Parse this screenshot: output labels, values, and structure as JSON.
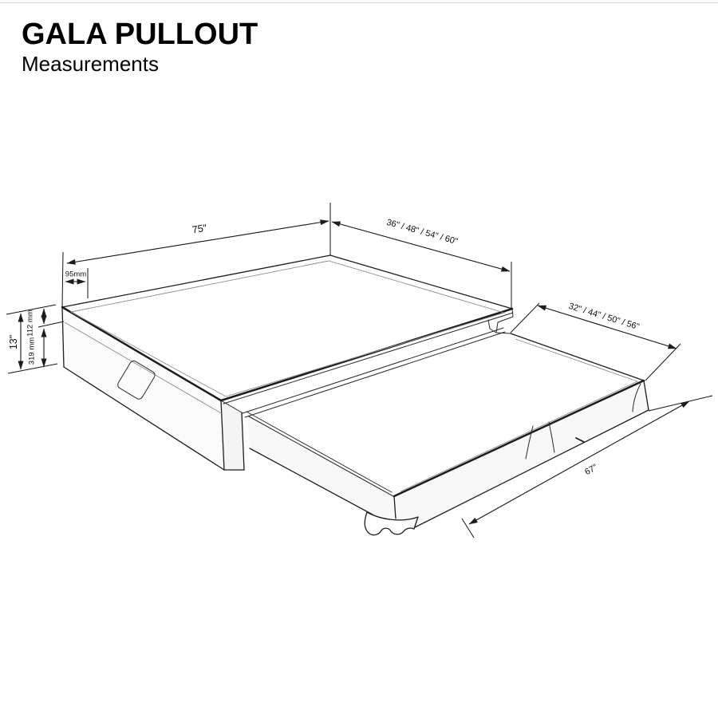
{
  "header": {
    "title": "GALA PULLOUT",
    "subtitle": "Measurements"
  },
  "dims": {
    "main_length": "75\"",
    "main_width_options": "36\" / 48\" / 54\" / 60\"",
    "corner_offset": "95mm",
    "total_height": "13\"",
    "upper_height": "112 mm",
    "lower_height": "319 mm",
    "pullout_width_options": "32\" / 44\" / 50\" / 56\"",
    "pullout_length": "67\""
  },
  "colors": {
    "background": "#ffffff",
    "line": "#1c1c1c",
    "seam": "#8d8d8d",
    "top_rule": "#d9d9d9",
    "text": "#000000"
  }
}
